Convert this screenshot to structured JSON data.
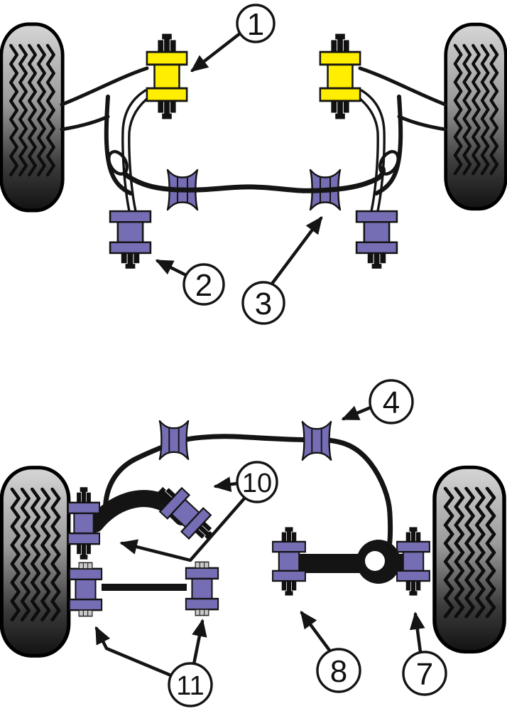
{
  "diagram": {
    "type": "vehicle-suspension-bushing-location-diagram",
    "views": [
      {
        "name": "front-suspension-view"
      },
      {
        "name": "rear-suspension-view"
      }
    ],
    "colors": {
      "bush_purple": "#756EB4",
      "mount_yellow": "#FFEE00",
      "line_black": "#141414",
      "nut_silver": "#C8C8C8",
      "background": "#FFFFFF"
    },
    "callouts": [
      {
        "label": "1",
        "points_to": "front-engine-mount-yellow-bushing"
      },
      {
        "label": "2",
        "points_to": "front-lower-arm-purple-bushing-left"
      },
      {
        "label": "3",
        "points_to": "front-anti-roll-bar-bushing-right"
      },
      {
        "label": "4",
        "points_to": "rear-anti-roll-bar-bushing-right"
      },
      {
        "label": "7",
        "points_to": "rear-trailing-arm-bushing-outer"
      },
      {
        "label": "8",
        "points_to": "rear-trailing-arm-bushing-inner"
      },
      {
        "label": "10",
        "points_to": "rear-upper-arm-bushings"
      },
      {
        "label": "11",
        "points_to": "rear-tie-bar-bushings"
      }
    ]
  }
}
